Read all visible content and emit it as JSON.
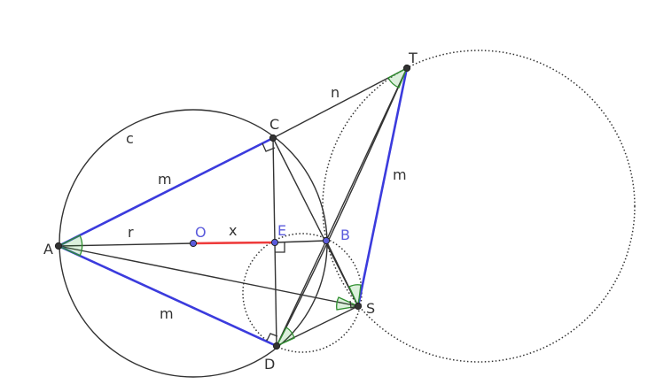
{
  "points": {
    "A": {
      "label": "A",
      "color": "#333333"
    },
    "O": {
      "label": "O",
      "color": "#5b5bdc"
    },
    "E": {
      "label": "E",
      "color": "#5b5bdc"
    },
    "B": {
      "label": "B",
      "color": "#5b5bdc"
    },
    "C": {
      "label": "C",
      "color": "#333333"
    },
    "D": {
      "label": "D",
      "color": "#333333"
    },
    "S": {
      "label": "S",
      "color": "#333333"
    },
    "T": {
      "label": "T",
      "color": "#333333"
    }
  },
  "segment_labels": {
    "c": "c",
    "m_ac": "m",
    "m_ad": "m",
    "m_ts": "m",
    "n": "n",
    "r": "r",
    "x": "x"
  },
  "colors": {
    "line": "#333333",
    "blue_segment": "#3b3bdd",
    "red_segment": "#ee3b3b",
    "angle_mark": "#2f8f2f",
    "blue_point_fill": "#5b5bdc",
    "black_point_fill": "#333333"
  }
}
